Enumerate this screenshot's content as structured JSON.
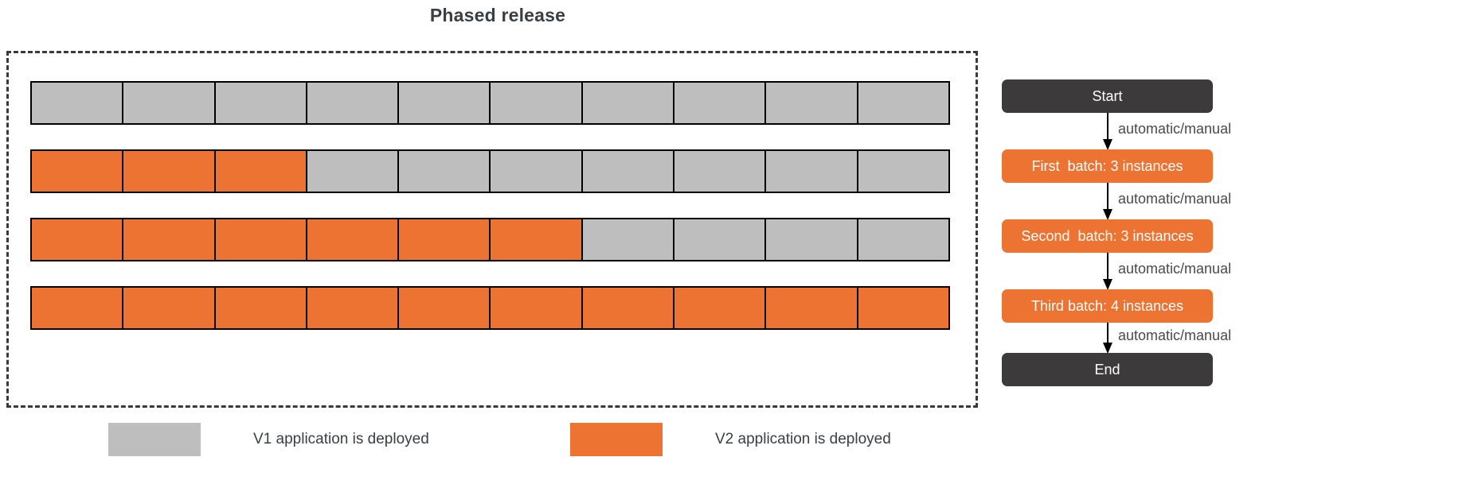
{
  "title": "Phased release",
  "grid": {
    "columns": 10,
    "rows": [
      {
        "name": "row-1-initial",
        "v2_count": 0,
        "cells": [
          "v1",
          "v1",
          "v1",
          "v1",
          "v1",
          "v1",
          "v1",
          "v1",
          "v1",
          "v1"
        ]
      },
      {
        "name": "row-2-first-batch",
        "v2_count": 3,
        "cells": [
          "v2",
          "v2",
          "v2",
          "v1",
          "v1",
          "v1",
          "v1",
          "v1",
          "v1",
          "v1"
        ]
      },
      {
        "name": "row-3-second-batch",
        "v2_count": 6,
        "cells": [
          "v2",
          "v2",
          "v2",
          "v2",
          "v2",
          "v2",
          "v1",
          "v1",
          "v1",
          "v1"
        ]
      },
      {
        "name": "row-4-third-batch",
        "v2_count": 10,
        "cells": [
          "v2",
          "v2",
          "v2",
          "v2",
          "v2",
          "v2",
          "v2",
          "v2",
          "v2",
          "v2"
        ]
      }
    ]
  },
  "legend": {
    "items": [
      {
        "swatch": "v1",
        "label": "V1 application is deployed"
      },
      {
        "swatch": "v2",
        "label": "V2 application is deployed"
      }
    ]
  },
  "flowchart": {
    "nodes": [
      {
        "id": "start",
        "label": "Start",
        "style": "terminal"
      },
      {
        "id": "first-batch",
        "label": "First  batch: 3 instances",
        "style": "batch"
      },
      {
        "id": "second-batch",
        "label": "Second  batch: 3 instances",
        "style": "batch"
      },
      {
        "id": "third-batch",
        "label": "Third batch: 4 instances",
        "style": "batch"
      },
      {
        "id": "end",
        "label": "End",
        "style": "terminal"
      }
    ],
    "edge_labels": [
      "automatic/manual",
      "automatic/manual",
      "automatic/manual",
      "automatic/manual"
    ]
  },
  "colors": {
    "v1_gray": "#BEBEBE",
    "v2_orange": "#EC7331",
    "terminal_dark": "#3C3A3A",
    "text_dark": "#3A3F44",
    "border_black": "#000000",
    "dashed_border": "#3A3A3A"
  }
}
